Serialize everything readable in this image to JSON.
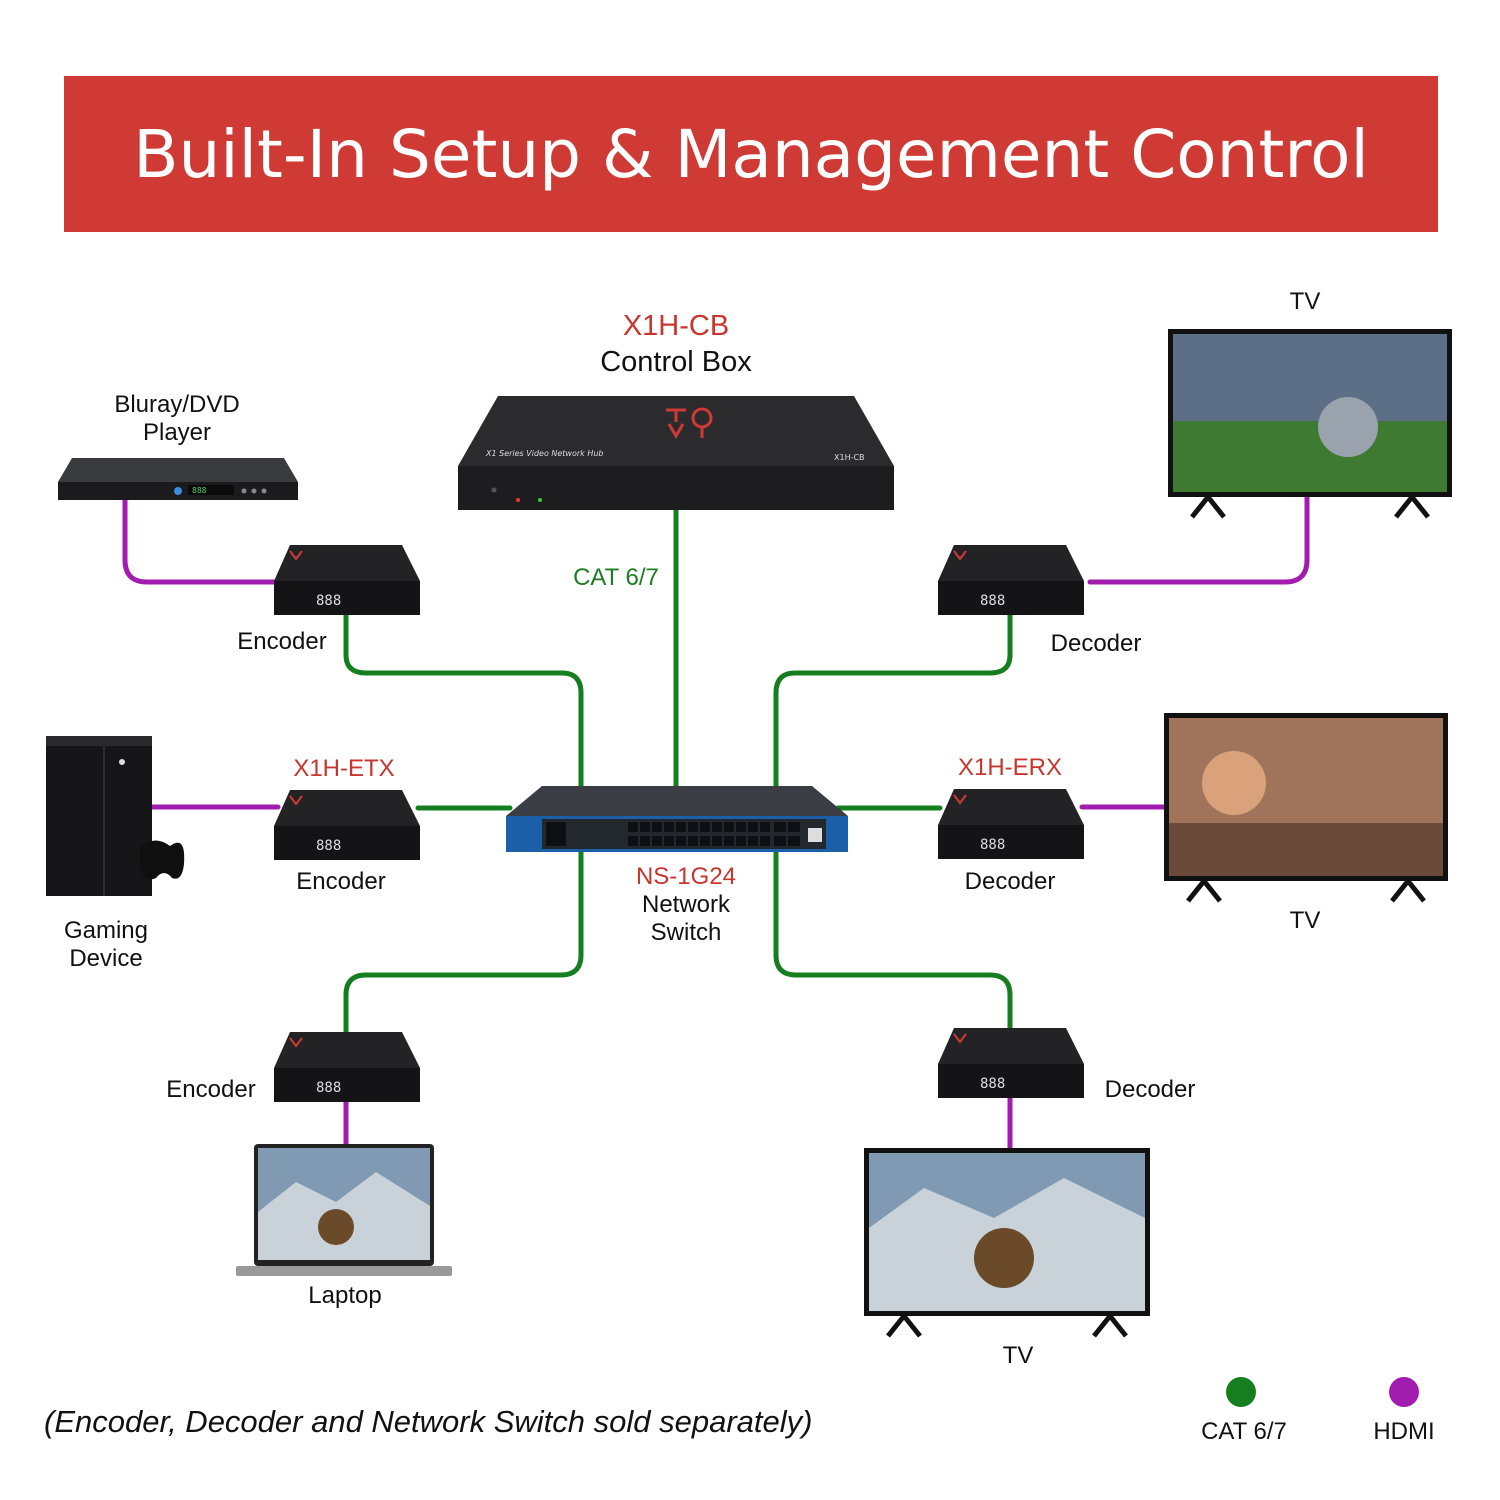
{
  "title": "Built-In Setup & Management Control",
  "control_box": {
    "model": "X1H-CB",
    "name": "Control Box",
    "panel_text": "X1 Series Video Network Hub",
    "panel_model": "X1H-CB"
  },
  "cable_label": "CAT 6/7",
  "switch": {
    "model": "NS-1G24",
    "name_line1": "Network",
    "name_line2": "Switch"
  },
  "sources": {
    "bluray_line1": "Bluray/DVD",
    "bluray_line2": "Player",
    "gaming_line1": "Gaming",
    "gaming_line2": "Device",
    "laptop": "Laptop"
  },
  "encoders": {
    "label": "Encoder",
    "model": "X1H-ETX"
  },
  "decoders": {
    "label": "Decoder",
    "model": "X1H-ERX"
  },
  "tv_label": "TV",
  "unit_display": "888",
  "footnote": "(Encoder, Decoder and Network Switch sold separately)",
  "legend": [
    {
      "label": "CAT 6/7",
      "color": "#157f1f"
    },
    {
      "label": "HDMI",
      "color": "#a21caf"
    }
  ]
}
